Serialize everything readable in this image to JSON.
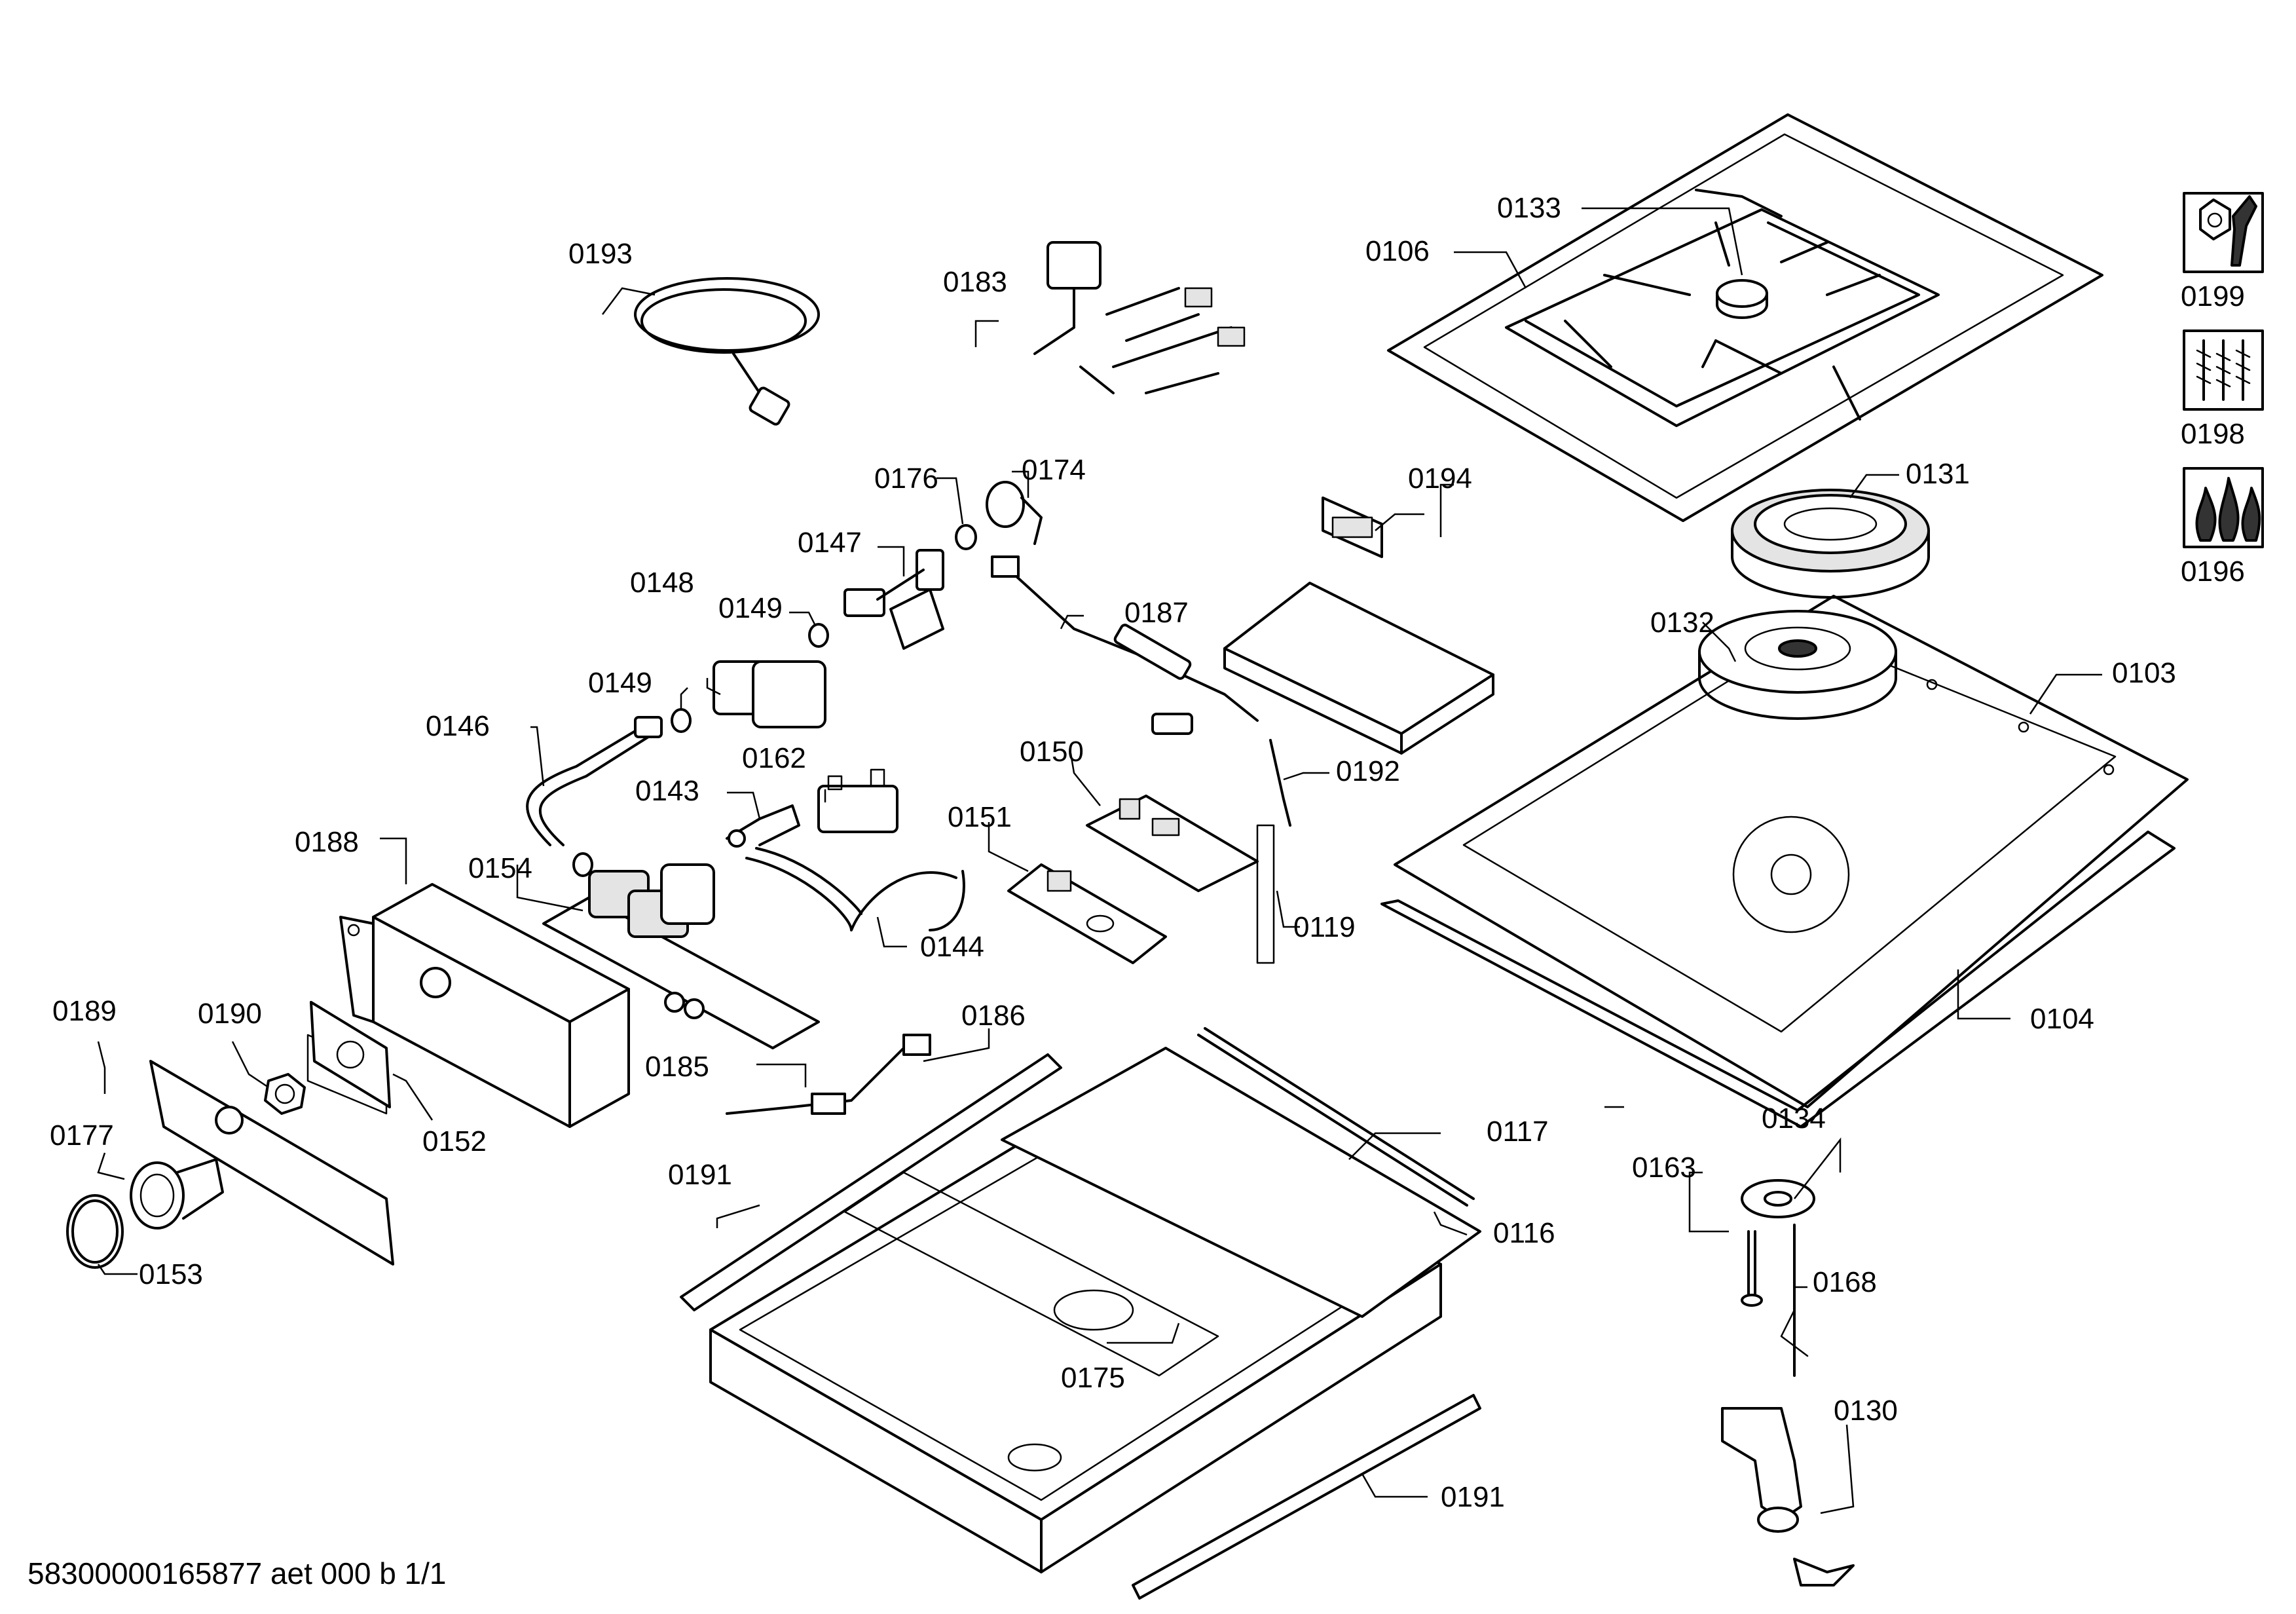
{
  "document_id": "58300000165877 aet 000 b 1/1",
  "parts": {
    "p0103": "0103",
    "p0104": "0104",
    "p0106": "0106",
    "p0117": "0117",
    "p0116": "0116",
    "p0119": "0119",
    "p0130": "0130",
    "p0131": "0131",
    "p0132": "0132",
    "p0133": "0133",
    "p0134": "0134",
    "p0143": "0143",
    "p0144": "0144",
    "p0146": "0146",
    "p0147": "0147",
    "p0148": "0148",
    "p0149a": "0149",
    "p0149b": "0149",
    "p0150": "0150",
    "p0151": "0151",
    "p0152": "0152",
    "p0153": "0153",
    "p0154": "0154",
    "p0162": "0162",
    "p0163": "0163",
    "p0168": "0168",
    "p0174": "0174",
    "p0175": "0175",
    "p0176": "0176",
    "p0177": "0177",
    "p0183": "0183",
    "p0185": "0185",
    "p0186": "0186",
    "p0187": "0187",
    "p0188": "0188",
    "p0189": "0189",
    "p0190": "0190",
    "p0191a": "0191",
    "p0191b": "0191",
    "p0192": "0192",
    "p0193": "0193",
    "p0194": "0194"
  },
  "legend": {
    "tools": "0199",
    "screws": "0198",
    "flames": "0196"
  }
}
